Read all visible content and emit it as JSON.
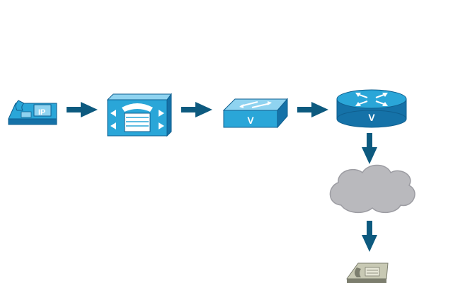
{
  "colors": {
    "device_face": "#2aa6d8",
    "device_top": "#8fd3f0",
    "device_side": "#1572a8",
    "device_outline": "#0f5f8f",
    "arrow": "#0d5a7f",
    "cloud": "#b9b9bd",
    "cloud_shade": "#9c9ca2",
    "analog_phone_body": "#c8c9b4",
    "analog_phone_dark": "#7c7e6e"
  },
  "nodes": [
    {
      "id": "ip-phone",
      "label": "IP",
      "icon": "ip-phone-icon"
    },
    {
      "id": "call-manager",
      "label": "",
      "icon": "call-manager-icon"
    },
    {
      "id": "voice-switch",
      "label": "V",
      "icon": "voice-switch-icon"
    },
    {
      "id": "voice-router",
      "label": "V",
      "icon": "voice-router-icon"
    },
    {
      "id": "pstn-cloud",
      "label": "",
      "icon": "cloud-icon"
    },
    {
      "id": "analog-phone",
      "label": "",
      "icon": "analog-phone-icon"
    }
  ]
}
